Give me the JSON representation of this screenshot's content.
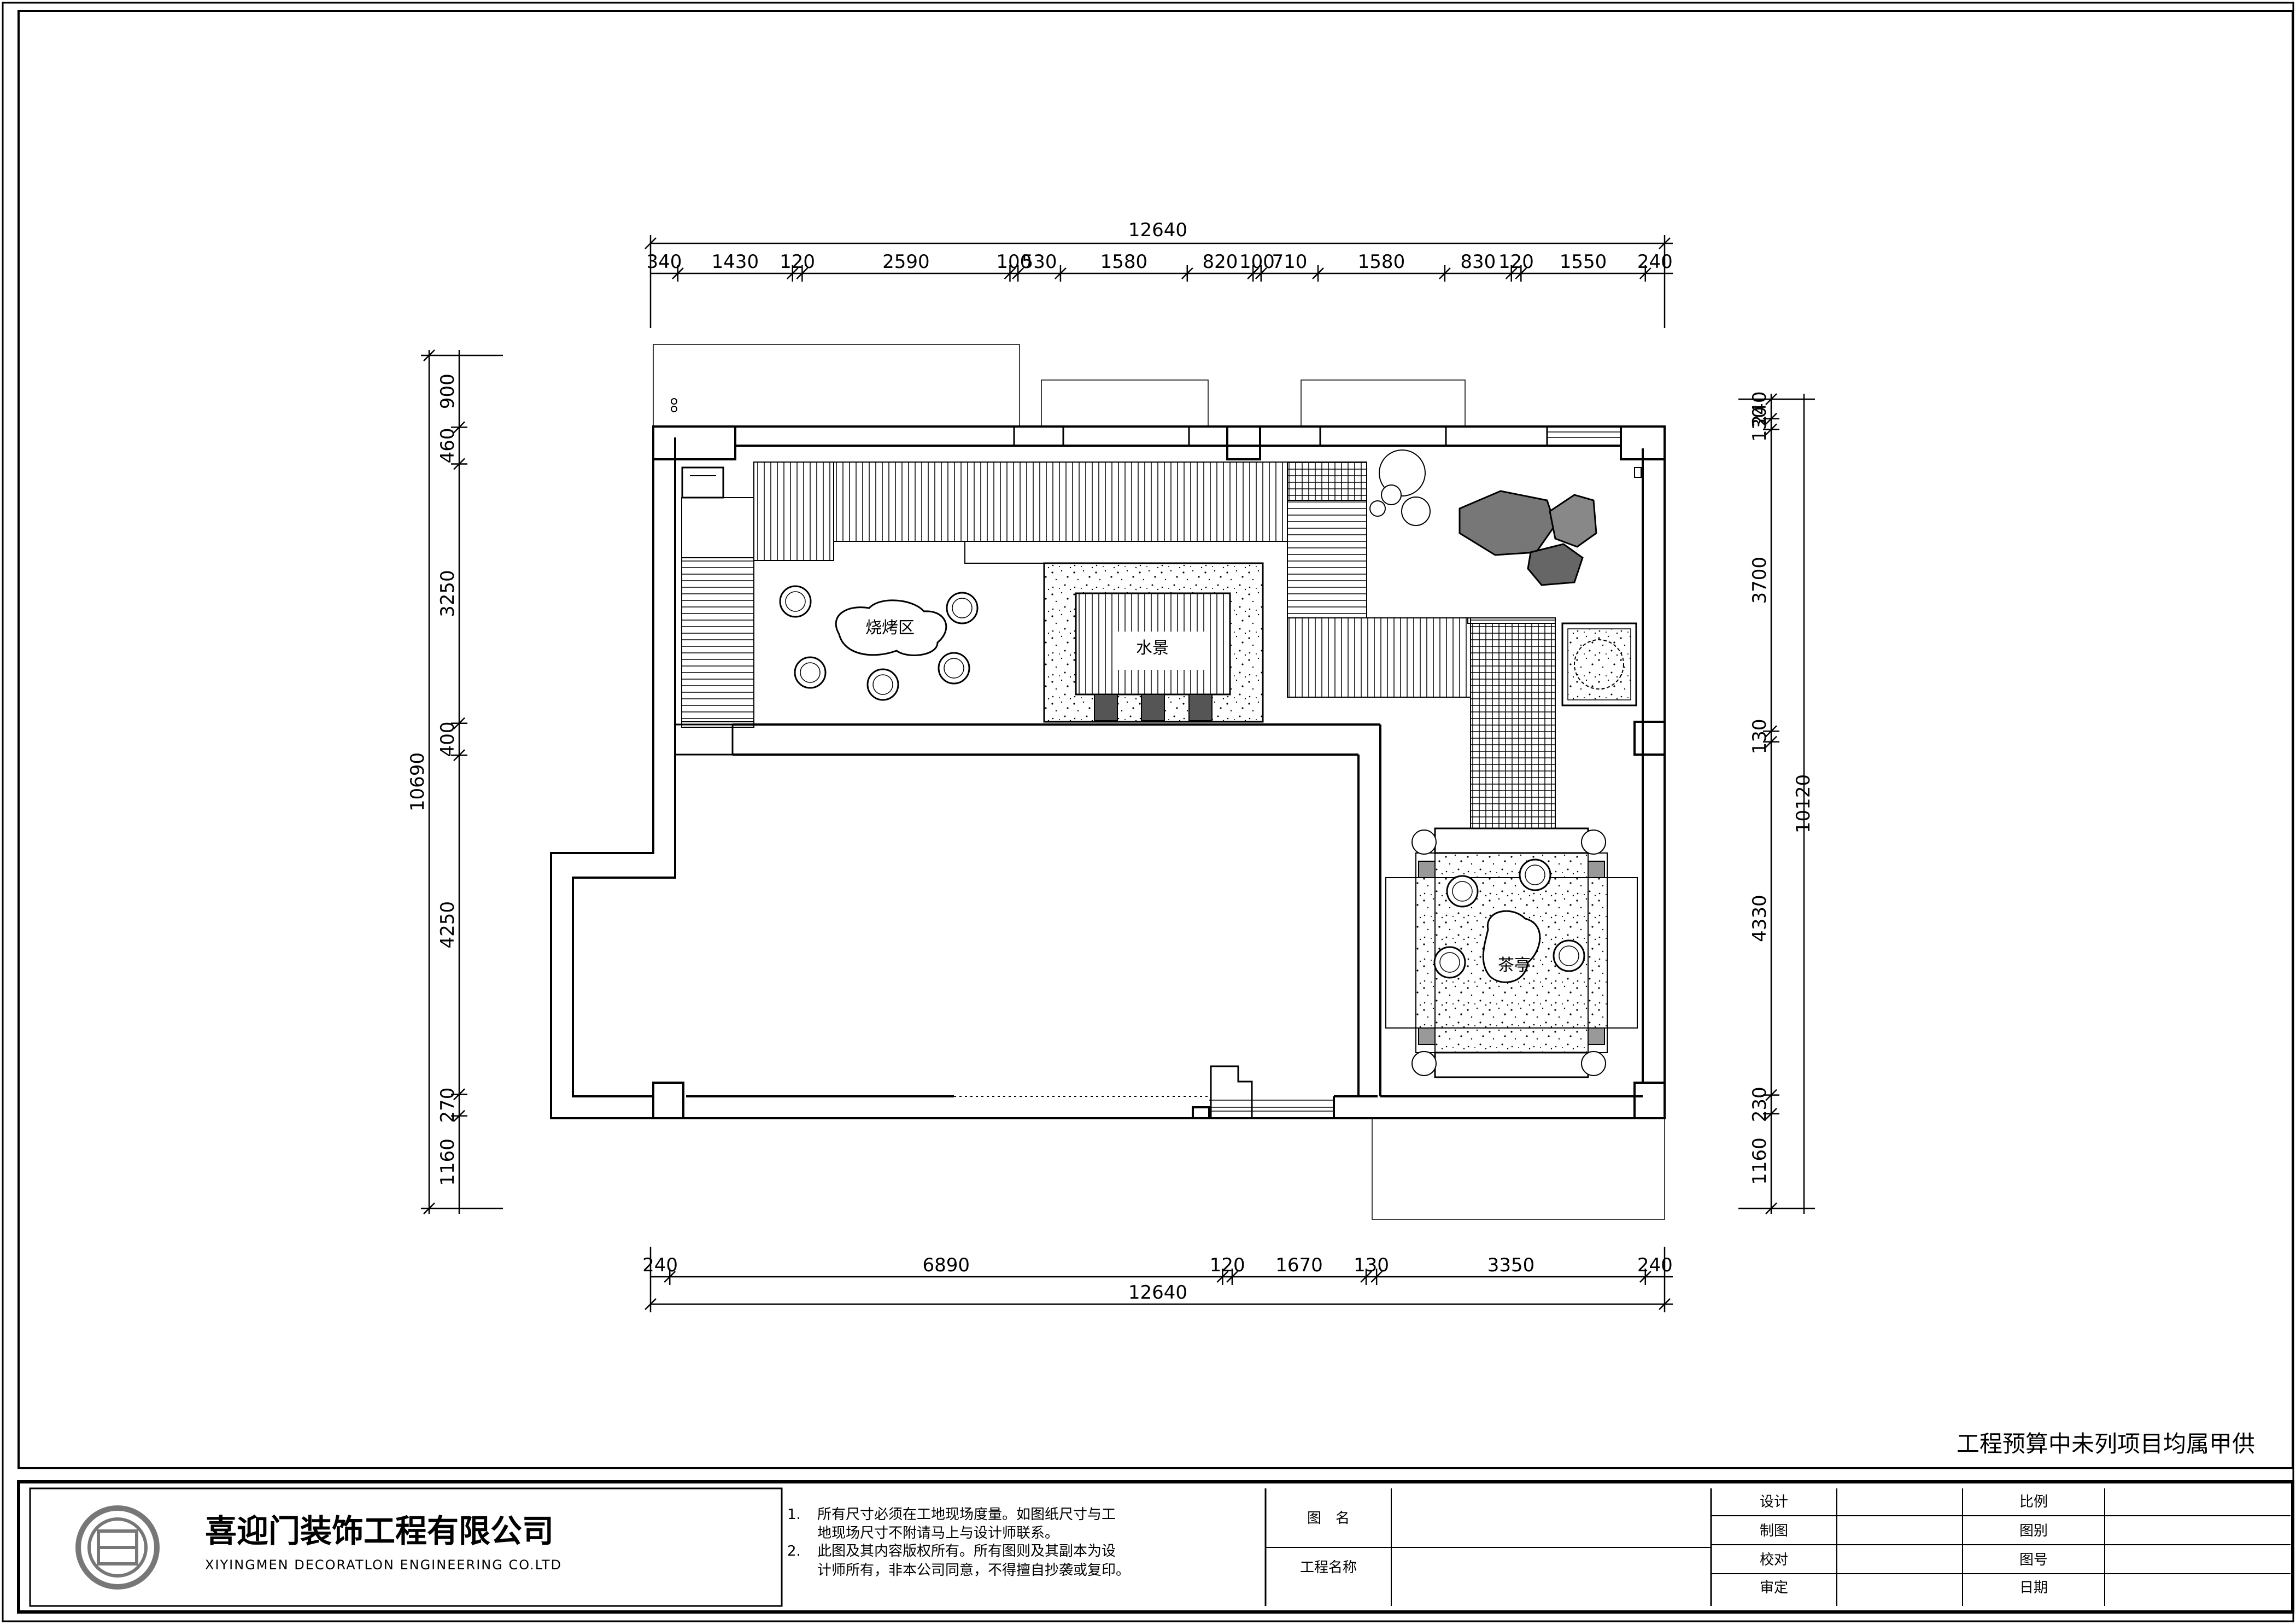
{
  "drawing": {
    "room_labels": {
      "bbq": "烧烤区",
      "water": "水景",
      "tea": "茶亭"
    },
    "dims_top_total": "12640",
    "dims_top": [
      "340",
      "1430",
      "120",
      "2590",
      "100",
      "530",
      "1580",
      "820",
      "100",
      "710",
      "1580",
      "830",
      "120",
      "1550",
      "240"
    ],
    "dims_bottom_total": "12640",
    "dims_bottom": [
      "240",
      "6890",
      "120",
      "1670",
      "130",
      "3350",
      "240"
    ],
    "dims_left_total": "10690",
    "dims_left": [
      "900",
      "460",
      "3250",
      "400",
      "4250",
      "270",
      "1160"
    ],
    "dims_right_total": "10120",
    "dims_right": [
      "240",
      "130",
      "3700",
      "130",
      "4330",
      "230",
      "1160"
    ],
    "note_right": "工程预算中未列项目均属甲供"
  },
  "title_block": {
    "company_cn": "喜迎门装饰工程有限公司",
    "company_en": "XIYINGMEN DECORATLON ENGINEERING CO.LTD",
    "notes": [
      {
        "num": "1.",
        "line1": "所有尺寸必须在工地现场度量。如图纸尺寸与工",
        "line2": "地现场尺寸不附请马上与设计师联系。"
      },
      {
        "num": "2.",
        "line1": "此图及其内容版权所有。所有图则及其副本为设",
        "line2": "计师所有，非本公司同意，不得擅自抄袭或复印。"
      }
    ],
    "field_drawing_name": "图　名",
    "field_project_name": "工程名称",
    "fields_left": [
      "设计",
      "制图",
      "校对",
      "审定"
    ],
    "fields_right": [
      "比例",
      "图别",
      "图号",
      "日期"
    ]
  }
}
